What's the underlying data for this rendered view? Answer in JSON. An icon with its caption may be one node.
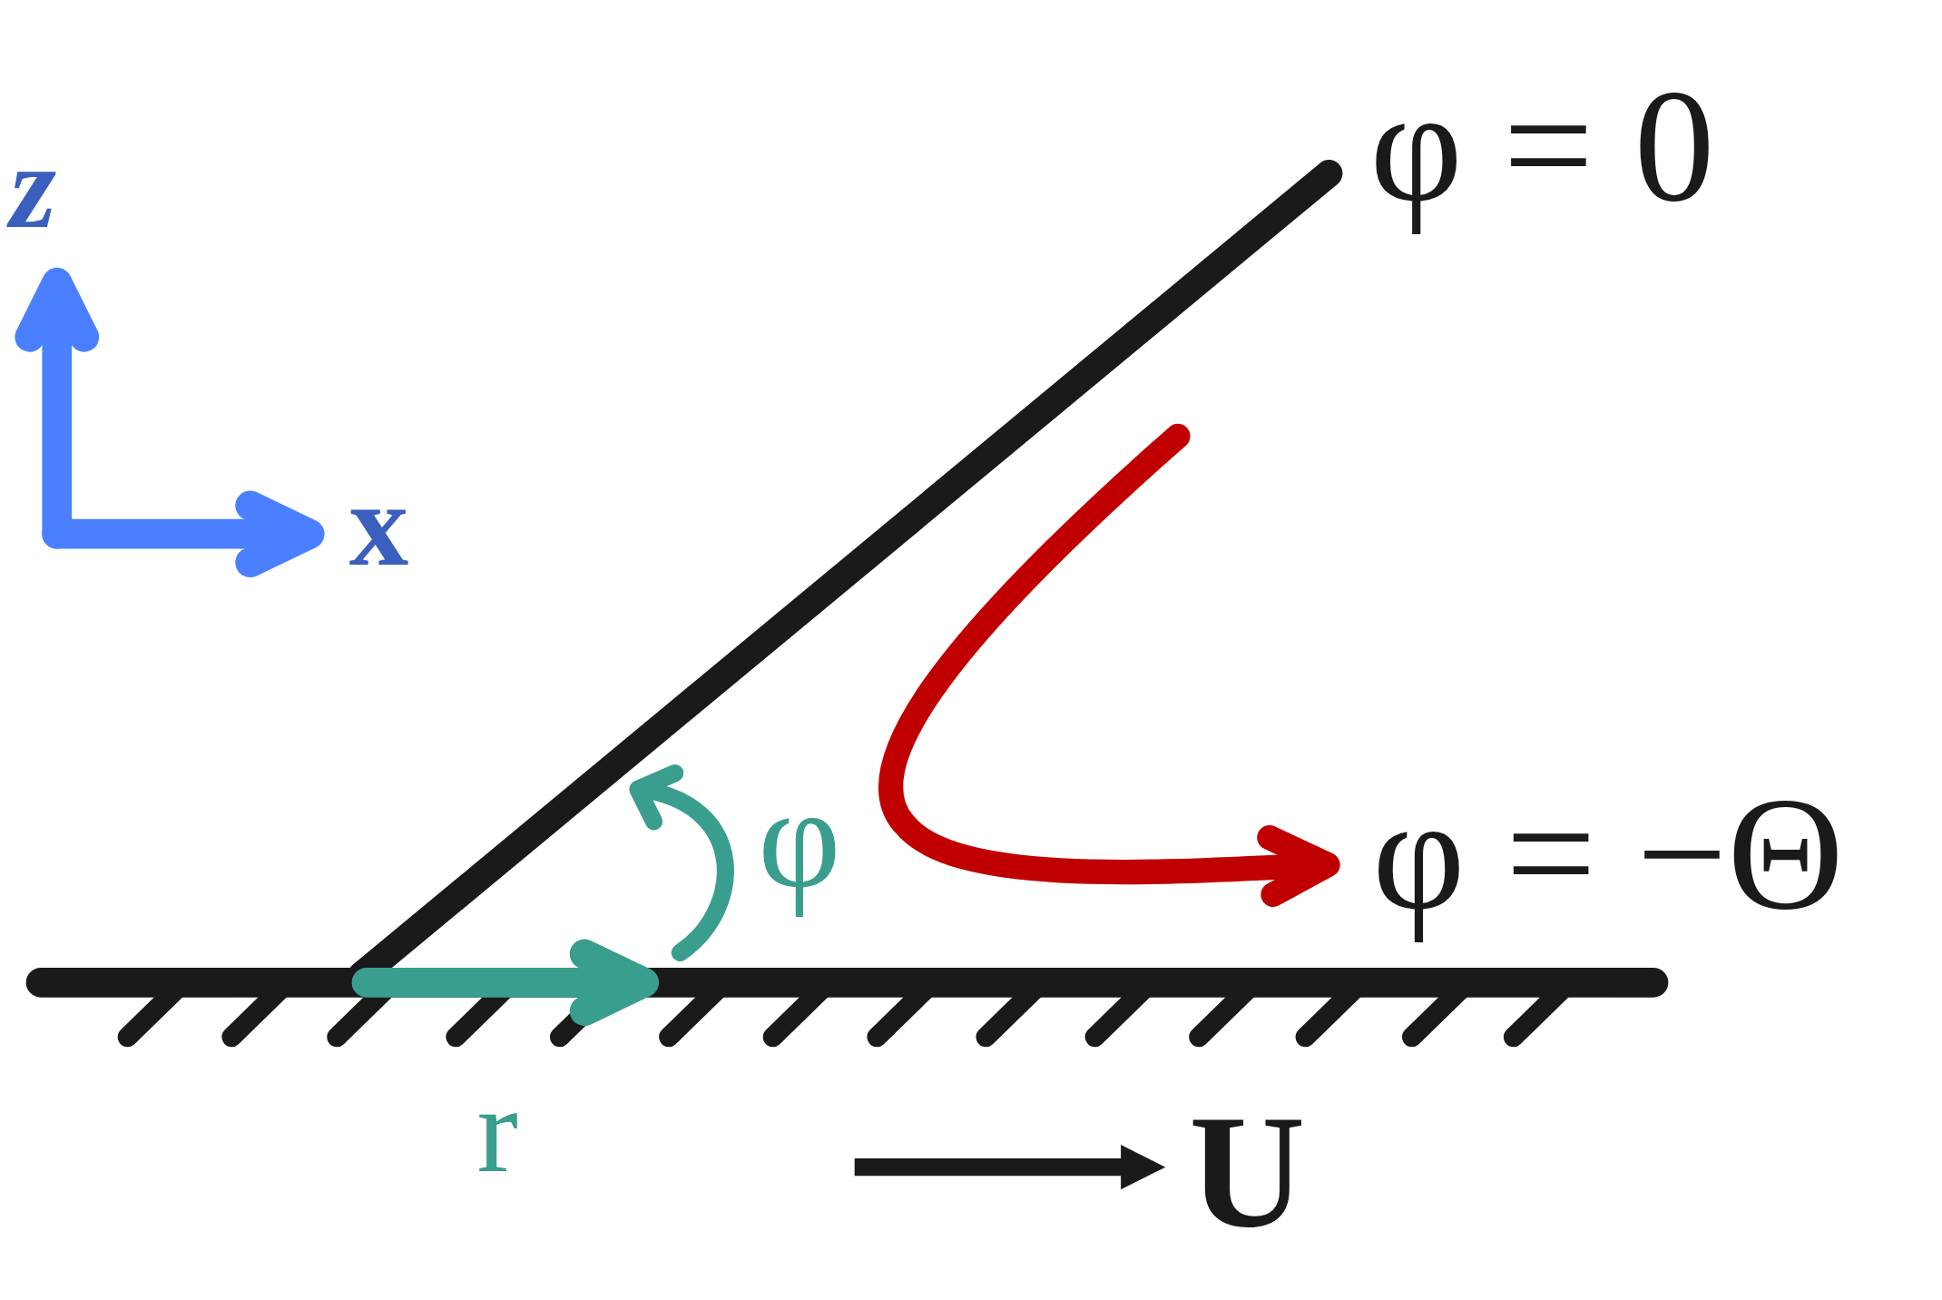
{
  "diagram": {
    "labels": [
      "z",
      "φ = 0",
      "x",
      "φ",
      "φ = −Θ",
      "r",
      "U"
    ]
  }
}
